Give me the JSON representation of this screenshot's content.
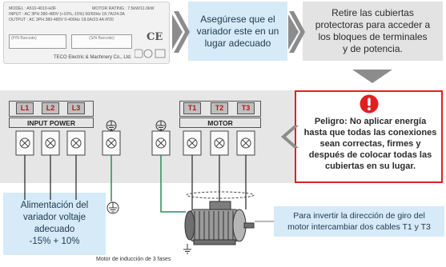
{
  "nameplate": {
    "model_line": "MODEL  : A510-4010-H3F",
    "motor_rating": "MOTOR RATING : 7.5kW/11.0kW",
    "input_line": "INPUT    : AC 3PH 380-480V (+10%,-15%) 50/60Hz 18.7A/24.0A",
    "output_line": "OUTPUT : AC 3PH 380-480V 0-400Hz 18.0A/23.4A  IP20",
    "pn_barcode": "(P/N Barcode)",
    "sn_barcode": "(S/N Barcode)",
    "ce_mark": "CE",
    "company": "TECO Electric & Machinery Co., Ltd."
  },
  "step_boxes": {
    "location_note": "Asegúrese que el\nvariador este en un\nlugar adecuado",
    "remove_covers_note": "Retire las cubiertas\nprotectoras para acceder a\nlos bloques de terminales\ny de potencia."
  },
  "danger": {
    "message": "Peligro: No aplicar energía\nhasta que todas las conexiones\nsean correctas,  firmes y\ndespués de colocar todas las\ncubiertas  en su lugar.",
    "icon_color": "#e02020"
  },
  "terminals": {
    "input": [
      "L1",
      "L2",
      "L3"
    ],
    "input_group": "INPUT POWER",
    "output": [
      "T1",
      "T2",
      "T3"
    ],
    "output_group": "MOTOR"
  },
  "notes": {
    "supply": "Alimentación del\nvariador voltaje\nadecuado\n-15% + 10%",
    "reverse": "Para invertir la dirección de giro del\nmotor intercambiar dos cables T1 y T3",
    "motor_label": "Motor de inducción de 3 fases"
  },
  "colors": {
    "blue_box": "#d6eaf7",
    "gray_box": "#e3e3e3",
    "arrow": "#8c8c8c",
    "wire_green": "#2e8b57",
    "terminal_red": "#b01818"
  }
}
